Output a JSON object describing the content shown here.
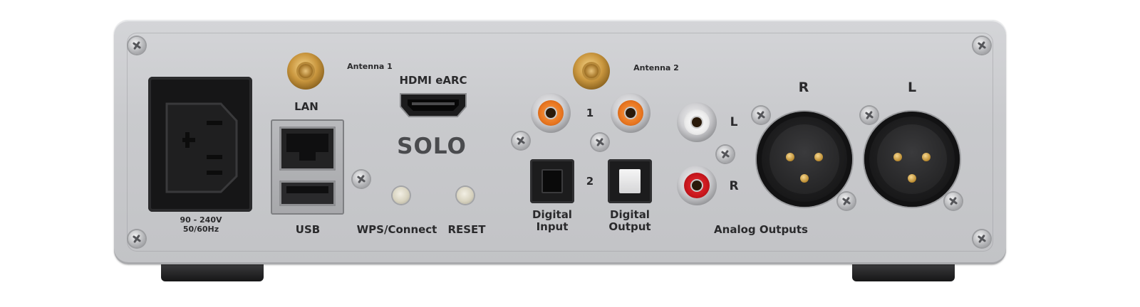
{
  "device": {
    "model_logo": "SOLO",
    "power": {
      "voltage": "90 - 240V",
      "frequency": "50/60Hz"
    },
    "labels": {
      "antenna1": "Antenna 1",
      "antenna2": "Antenna 2",
      "lan": "LAN",
      "usb": "USB",
      "hdmi": "HDMI eARC",
      "wps": "WPS/Connect",
      "reset": "RESET",
      "coax_1": "1",
      "coax_2": "2",
      "digital_input_line1": "Digital",
      "digital_input_line2": "Input",
      "digital_output_line1": "Digital",
      "digital_output_line2": "Output",
      "rca_left": "L",
      "rca_right": "R",
      "xlr_right": "R",
      "xlr_left": "L",
      "analog_outputs": "Analog Outputs"
    },
    "colors": {
      "panel": "#c9cacd",
      "label_text": "#2a2a2c",
      "coax_orange": "#e8751f",
      "rca_red": "#c8161c",
      "rca_white": "#f3f3f3",
      "gold": "#c9963e"
    }
  }
}
